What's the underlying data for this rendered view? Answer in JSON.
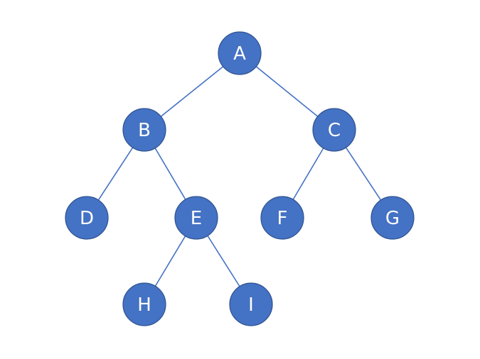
{
  "colors": {
    "node_fill": "#4472C4",
    "edge": "#4472C4",
    "label": "#FFFFFF"
  },
  "nodes": [
    {
      "id": "A",
      "label": "A"
    },
    {
      "id": "B",
      "label": "B"
    },
    {
      "id": "C",
      "label": "C"
    },
    {
      "id": "D",
      "label": "D"
    },
    {
      "id": "E",
      "label": "E"
    },
    {
      "id": "F",
      "label": "F"
    },
    {
      "id": "G",
      "label": "G"
    },
    {
      "id": "H",
      "label": "H"
    },
    {
      "id": "I",
      "label": "I"
    }
  ],
  "edges": [
    {
      "from": "A",
      "to": "B"
    },
    {
      "from": "A",
      "to": "C"
    },
    {
      "from": "B",
      "to": "D"
    },
    {
      "from": "B",
      "to": "E"
    },
    {
      "from": "C",
      "to": "F"
    },
    {
      "from": "C",
      "to": "G"
    },
    {
      "from": "E",
      "to": "H"
    },
    {
      "from": "E",
      "to": "I"
    }
  ]
}
